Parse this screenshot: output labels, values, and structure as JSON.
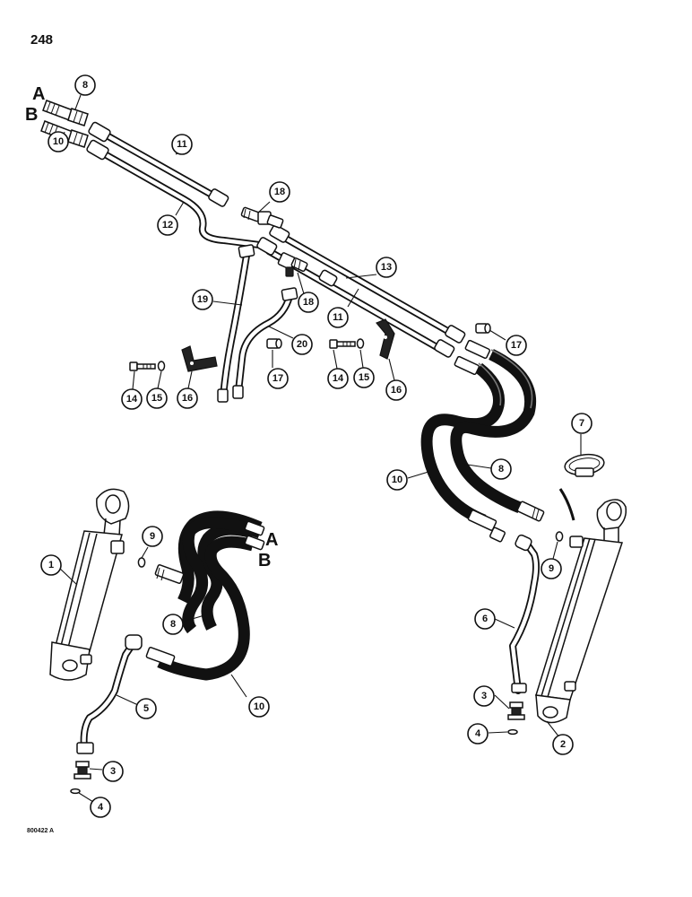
{
  "page_number": "248",
  "figure_code": "800422 A",
  "port_labels": {
    "a_top": "A",
    "b_top": "B",
    "a_hose": "A",
    "b_hose": "B"
  },
  "callouts": [
    "8",
    "10",
    "11",
    "12",
    "18",
    "13",
    "19",
    "20",
    "18",
    "11",
    "17",
    "14",
    "15",
    "16",
    "17",
    "14",
    "15",
    "16",
    "7",
    "10",
    "8",
    "1",
    "9",
    "8",
    "10",
    "5",
    "3",
    "4",
    "6",
    "3",
    "4",
    "9",
    "2"
  ]
}
